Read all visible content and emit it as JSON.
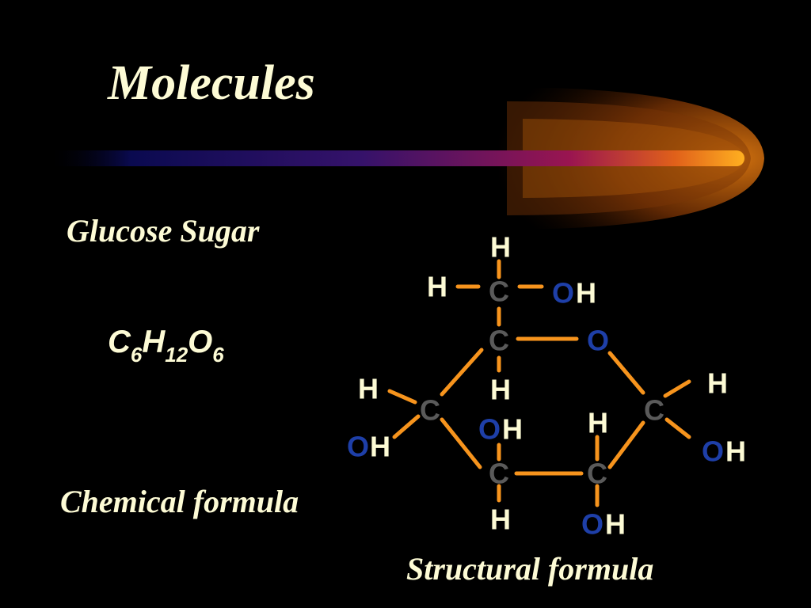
{
  "title": "Molecules",
  "labels": {
    "glucose": "Glucose Sugar",
    "chemical": "Chemical formula",
    "structural": "Structural formula"
  },
  "formula": {
    "c": "C",
    "c_n": "6",
    "h": "H",
    "h_n": "12",
    "o": "O",
    "o_n": "6"
  },
  "colors": {
    "background": "#000000",
    "text": "#fdfbd5",
    "bond": "#f7941d",
    "carbon": "#5a5a5a",
    "oxygen": "#1e3fa8",
    "hydrogen": "#fdfbd5"
  },
  "atoms": {
    "c": "C",
    "h": "H",
    "o": "O"
  }
}
